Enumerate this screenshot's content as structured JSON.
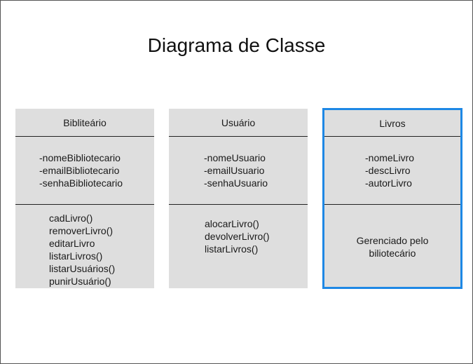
{
  "title": "Diagrama de Classe",
  "colors": {
    "box_fill": "#dedede",
    "selection_border": "#1e88e5",
    "divider": "#222222"
  },
  "classes": [
    {
      "name": "Bibliteário",
      "attributes": [
        "-nomeBibliotecario",
        "-emailBibliotecario",
        "-senhaBibliotecario"
      ],
      "methods": [
        "cadLivro()",
        "removerLivro()",
        "editarLivro",
        "listarLivros()",
        "listarUsuários()",
        "punirUsuário()"
      ]
    },
    {
      "name": "Usuário",
      "attributes": [
        "-nomeUsuario",
        "-emailUsuario",
        "-senhaUsuario"
      ],
      "methods": [
        "alocarLivro()",
        "devolverLivro()",
        "listarLivros()"
      ]
    },
    {
      "name": "Livros",
      "selected": true,
      "attributes": [
        "-nomeLivro",
        "-descLivro",
        "-autorLivro"
      ],
      "note_line1": "Gerenciado pelo",
      "note_line2": "biliotecário"
    }
  ]
}
